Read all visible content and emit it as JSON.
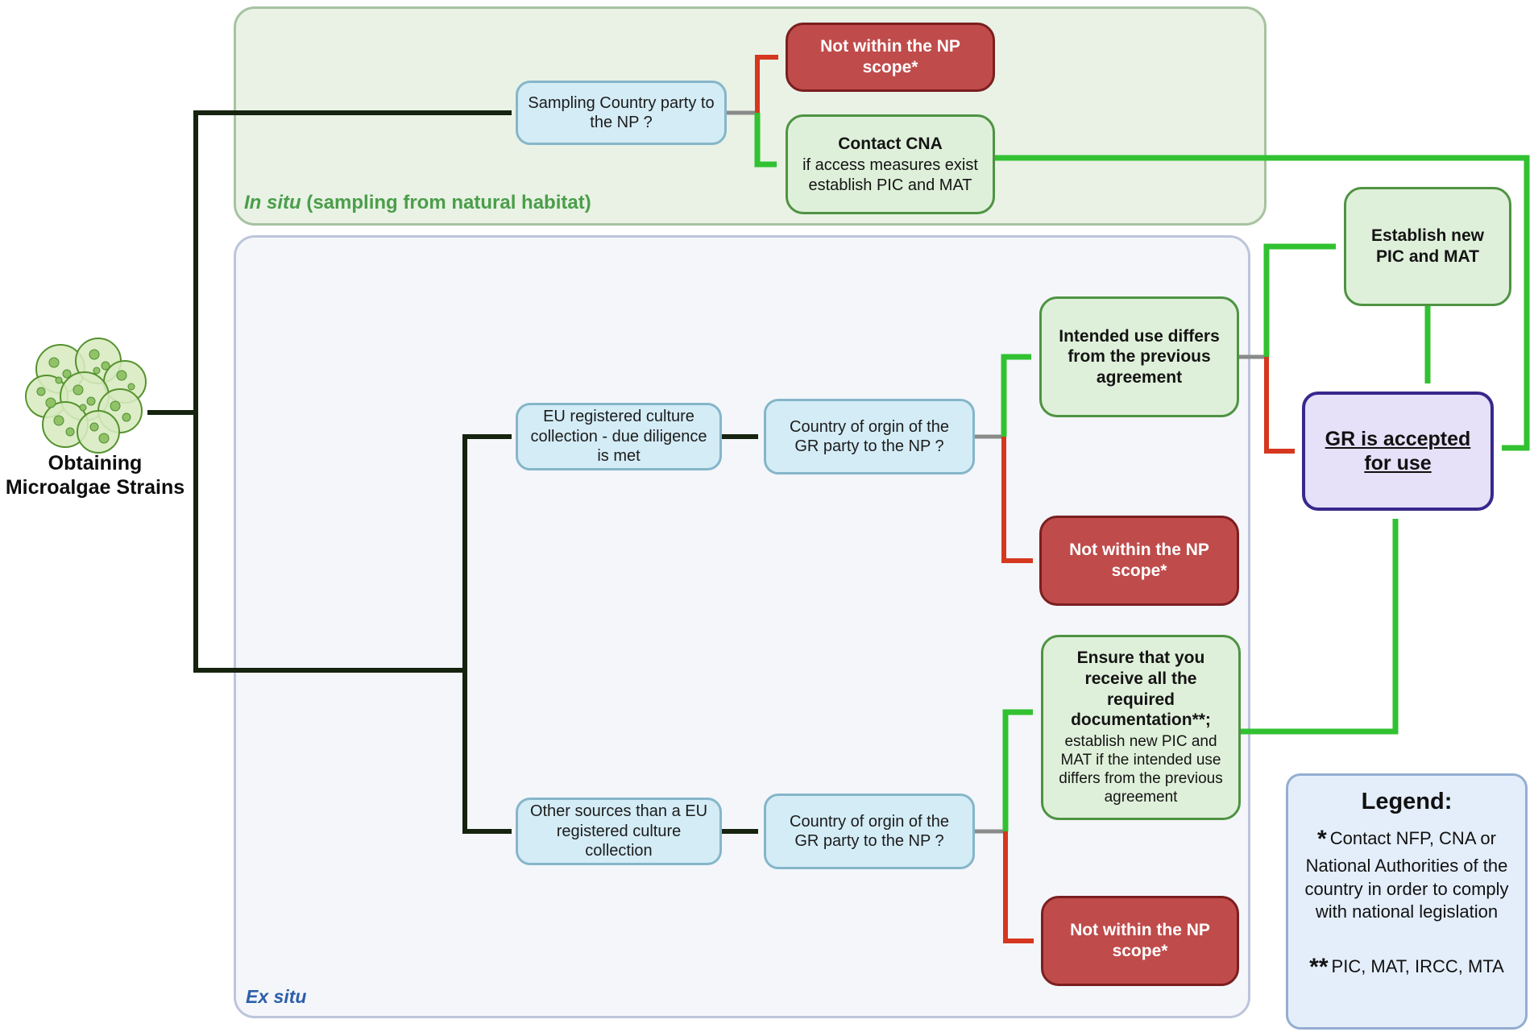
{
  "source": {
    "label": "Obtaining Microalgae Strains"
  },
  "panels": {
    "in_situ": {
      "name": "In situ",
      "description": " (sampling from natural habitat)"
    },
    "ex_situ": {
      "name": "Ex situ"
    }
  },
  "nodes": {
    "sampling_question": {
      "text": "Sampling Country party to the NP ?"
    },
    "not_np_scope_top": {
      "text": "Not within the NP scope*"
    },
    "contact_cna": {
      "title": "Contact CNA",
      "body": "if access measures exist establish PIC and MAT"
    },
    "eu_registered": {
      "text": "EU registered culture collection - due diligence is met"
    },
    "origin_question_top": {
      "text": "Country of orgin of the  GR party to the NP ?"
    },
    "intended_use": {
      "text": "Intended use differs from the previous agreement"
    },
    "not_np_scope_mid": {
      "text": "Not within the NP scope*"
    },
    "other_sources": {
      "text": "Other sources than a EU registered culture collection"
    },
    "origin_question_bottom": {
      "text": "Country of orgin of the  GR party to the NP ?"
    },
    "ensure_documentation": {
      "title": "Ensure that you receive all the required documentation**;",
      "body": "establish new PIC and MAT if the intended use differs from the previous agreement"
    },
    "not_np_scope_bottom": {
      "text": "Not within the NP scope*"
    },
    "establish_new": {
      "text": "Establish new PIC and MAT"
    },
    "gr_accepted": {
      "text": "GR is accepted for use"
    }
  },
  "legend": {
    "title": "Legend:",
    "items": [
      {
        "marker": "*",
        "text": "Contact NFP, CNA or National Authorities of the country in order to comply with national legislation"
      },
      {
        "marker": "**",
        "text": "PIC, MAT, IRCC, MTA"
      }
    ]
  },
  "colors": {
    "yes_arrow": "#31c131",
    "no_arrow": "#d5371f",
    "flow_arrow": "#15230f",
    "connector_gray": "#8a8a8a",
    "decision_fill": "#d4ecf6",
    "decision_border": "#85b6c9",
    "stop_fill": "#c04b4b",
    "stop_border": "#7a1f1f",
    "action_fill": "#dff0da",
    "action_border": "#4f9343",
    "accept_fill": "#e6e0f8",
    "accept_border": "#38288c",
    "in_situ_fill": "#e9f2e5",
    "in_situ_border": "#a7c2a0",
    "ex_situ_fill": "#f4f6fa",
    "ex_situ_border": "#bcc5da",
    "legend_fill": "#e4eefa",
    "legend_border": "#93aed1",
    "in_situ_label": "#4a9e4a",
    "ex_situ_label": "#2d5fa8"
  }
}
